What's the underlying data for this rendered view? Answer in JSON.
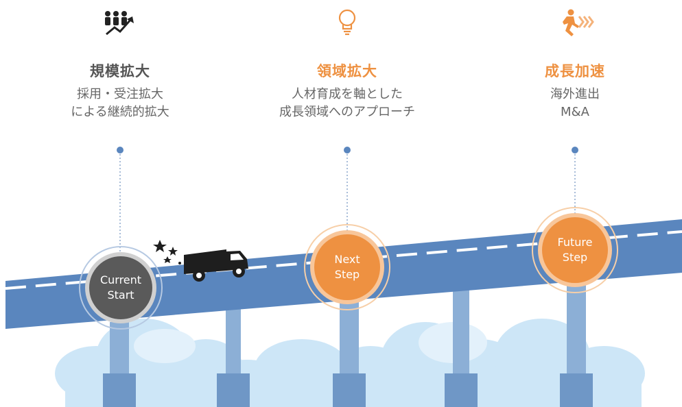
{
  "colors": {
    "accent": "#ee9141",
    "road": "#5a86be",
    "dark_stage": "#5a5a5a",
    "heading_dark": "#555555"
  },
  "stages": [
    {
      "icon": "people-growth-icon",
      "heading": "規模拡大",
      "desc_line1": "採用・受注拡大",
      "desc_line2": "による継続的拡大",
      "label_line1": "Current",
      "label_line2": "Start"
    },
    {
      "icon": "lightbulb-icon",
      "heading": "領域拡大",
      "desc_line1": "人材育成を軸とした",
      "desc_line2": "成長領域へのアプローチ",
      "label_line1": "Next",
      "label_line2": "Step"
    },
    {
      "icon": "runner-icon",
      "heading": "成長加速",
      "desc_line1": "海外進出",
      "desc_line2": "M&A",
      "label_line1": "Future",
      "label_line2": "Step"
    }
  ]
}
